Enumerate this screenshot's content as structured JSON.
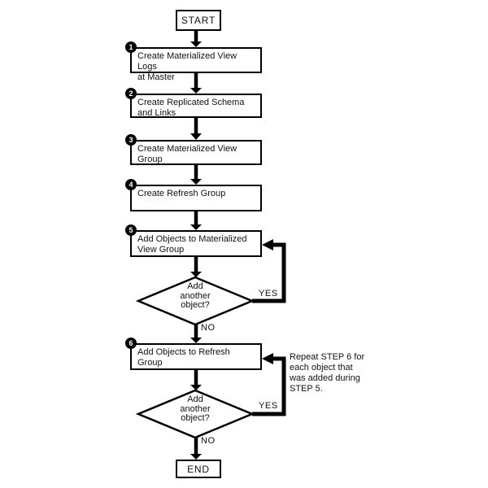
{
  "flowchart": {
    "start_label": "START",
    "end_label": "END",
    "steps": [
      {
        "number": "1",
        "lines": [
          "Create Materialized View Logs",
          "at Master"
        ]
      },
      {
        "number": "2",
        "lines": [
          "Create Replicated Schema",
          "and Links"
        ]
      },
      {
        "number": "3",
        "lines": [
          "Create Materialized View Group",
          ""
        ]
      },
      {
        "number": "4",
        "lines": [
          "Create Refresh Group",
          ""
        ]
      },
      {
        "number": "5",
        "lines": [
          "Add Objects to Materialized",
          "View Group"
        ]
      },
      {
        "number": "6",
        "lines": [
          "Add Objects to Refresh Group",
          ""
        ]
      }
    ],
    "decisions": [
      {
        "lines": [
          "Add",
          "another",
          "object?"
        ],
        "yes_label": "YES",
        "no_label": "NO"
      },
      {
        "lines": [
          "Add",
          "another",
          "object?"
        ],
        "yes_label": "YES",
        "no_label": "NO"
      }
    ],
    "annotation": {
      "lines": [
        "Repeat STEP 6 for",
        "each object that",
        "was added during",
        "STEP 5."
      ]
    },
    "colors": {
      "line": "#000000",
      "fill": "#ffffff",
      "text": "#111111"
    }
  }
}
